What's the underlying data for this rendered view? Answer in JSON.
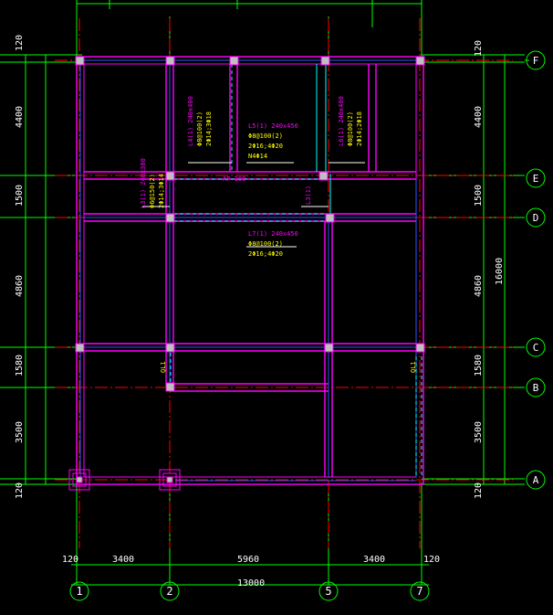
{
  "drawing": {
    "axes_vertical": [
      "1",
      "2",
      "5",
      "7"
    ],
    "axes_horizontal": [
      "F",
      "E",
      "D",
      "C",
      "B",
      "A"
    ],
    "dims_left": [
      "120",
      "4400",
      "1500",
      "4860",
      "1580",
      "3500",
      "120"
    ],
    "dims_right": [
      "120",
      "4400",
      "1500",
      "4860",
      "1580",
      "3500",
      "120"
    ],
    "dim_total_right": "16000",
    "dims_bottom": [
      "120",
      "3400",
      "5960",
      "3400",
      "120"
    ],
    "dim_total_bottom": "13000",
    "beam_labels": {
      "l4": [
        "L4(1) 240x400",
        "Φ8@100(2)",
        "2Φ14;3Φ18"
      ],
      "l5": [
        "L5(1) 240x450",
        "Φ8@100(2)",
        "2Φ16;4Φ20",
        "N4Φ14"
      ],
      "l6": [
        "L6(1) 240x400",
        "Φ8@100(2)",
        "2Φ14;2Φ18"
      ],
      "l3": [
        "L3(1) 240x300",
        "Φ6@150(2)",
        "2Φ14;3Φ14"
      ],
      "l7": [
        "L7(1) 240x450",
        "Φ8@100(2)",
        "2Φ16;4Φ20"
      ],
      "l3b": "L3(1)",
      "l5b": "AP 100",
      "ql1_left": "QL1",
      "ql1_right": "QL1"
    },
    "colors": {
      "axis": "#ff0000",
      "grid": "#00ff00",
      "beam": "#ff00ff",
      "beam_inner": "#0000ff",
      "beam_cyan": "#00ffff",
      "text_magenta": "#ff00ff",
      "text_yellow": "#ffff00",
      "column": "#c0c0c0",
      "dimension": "#00ff00"
    }
  }
}
